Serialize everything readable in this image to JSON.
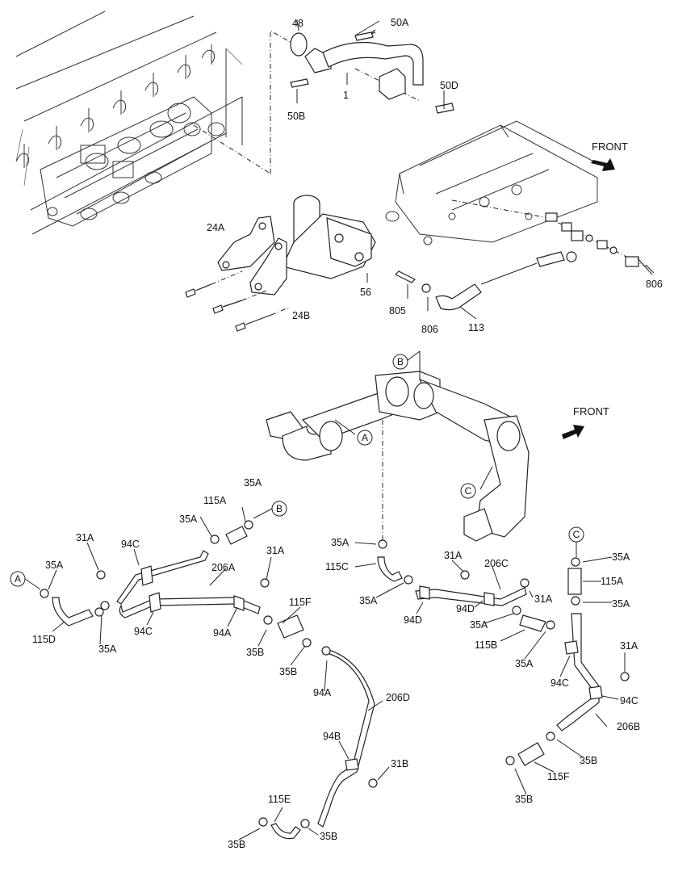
{
  "diagram": {
    "front_labels": [
      "FRONT",
      "FRONT"
    ],
    "circle_refs": [
      "A",
      "B",
      "C",
      "A",
      "B",
      "C"
    ],
    "part_labels": [
      "48",
      "50A",
      "1",
      "50B",
      "50D",
      "24A",
      "56",
      "24B",
      "805",
      "806",
      "806",
      "113",
      "35A",
      "115A",
      "35A",
      "31A",
      "94C",
      "206A",
      "31A",
      "35A",
      "115D",
      "35A",
      "94C",
      "94A",
      "115F",
      "35B",
      "35B",
      "94A",
      "206D",
      "94B",
      "31B",
      "115E",
      "35B",
      "35B",
      "35A",
      "115C",
      "35A",
      "31A",
      "206C",
      "94D",
      "31A",
      "35A",
      "94D",
      "115B",
      "35A",
      "35A",
      "115A",
      "35A",
      "31A",
      "94C",
      "94C",
      "206B",
      "35B",
      "115F",
      "35B"
    ]
  }
}
